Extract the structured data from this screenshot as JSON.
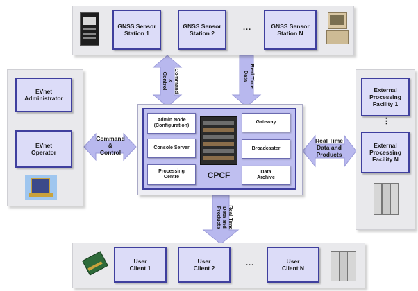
{
  "colors": {
    "box_fill": "#dcdcf8",
    "box_border": "#3f3f9e",
    "arrow_fill": "#b8b8ee",
    "panel_fill": "#e9e9ec",
    "cpcf_fill": "#bfbff0"
  },
  "top": {
    "stations": [
      "GNSS Sensor\nStation 1",
      "GNSS Sensor\nStation 2",
      "GNSS Sensor\nStation N"
    ],
    "ellipsis": "..."
  },
  "left": {
    "administrator": "EVnet\nAdministrator",
    "operator": "EVnet\nOperator"
  },
  "right": {
    "facility_1": "External\nProcessing\nFacility 1",
    "facility_n": "External\nProcessing\nFacility N",
    "ellipsis": "⋮"
  },
  "bottom": {
    "clients": [
      "User\nClient 1",
      "User\nClient 2",
      "User\nClient N"
    ],
    "ellipsis": "..."
  },
  "cpcf": {
    "title": "CPCF",
    "left_nodes": [
      "Admin Node\n(Configuration)",
      "Console Server",
      "Processing\nCentre"
    ],
    "right_nodes": [
      "Gateway",
      "Broadcaster",
      "Data\nArchive"
    ]
  },
  "arrows": {
    "command_control_top": "Command\n&\nControl",
    "real_time_data_top": "Real Time\nData",
    "command_control_left": "Command\n&\nControl",
    "real_time_right": "Real Time\nData and\nProducts",
    "real_time_bottom": "Real Time\nData and\nProducts"
  },
  "icons": [
    "receiver-icon",
    "workstation-icon",
    "computer-icon",
    "server-rack-icon",
    "network-card-icon"
  ]
}
